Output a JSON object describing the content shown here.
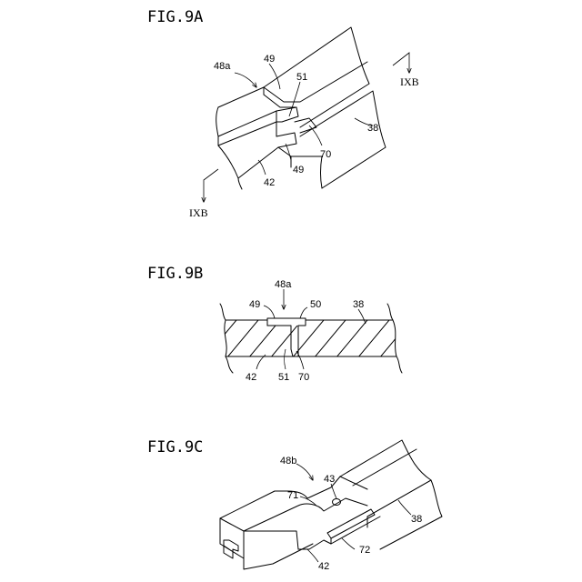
{
  "figures": {
    "fig9a": {
      "title": "FIG.9A",
      "labels": {
        "assembly": "48a",
        "part_49_top": "49",
        "part_51": "51",
        "part_38": "38",
        "part_70": "70",
        "part_49_bottom": "49",
        "part_42": "42",
        "section_top": "IXB",
        "section_bottom": "IXB"
      }
    },
    "fig9b": {
      "title": "FIG.9B",
      "labels": {
        "assembly": "48a",
        "part_49": "49",
        "part_50": "50",
        "part_38": "38",
        "part_42": "42",
        "part_51": "51",
        "part_70": "70"
      }
    },
    "fig9c": {
      "title": "FIG.9C",
      "labels": {
        "assembly": "48b",
        "part_43": "43",
        "part_71": "71",
        "part_38": "38",
        "part_72": "72",
        "part_42": "42"
      }
    }
  }
}
